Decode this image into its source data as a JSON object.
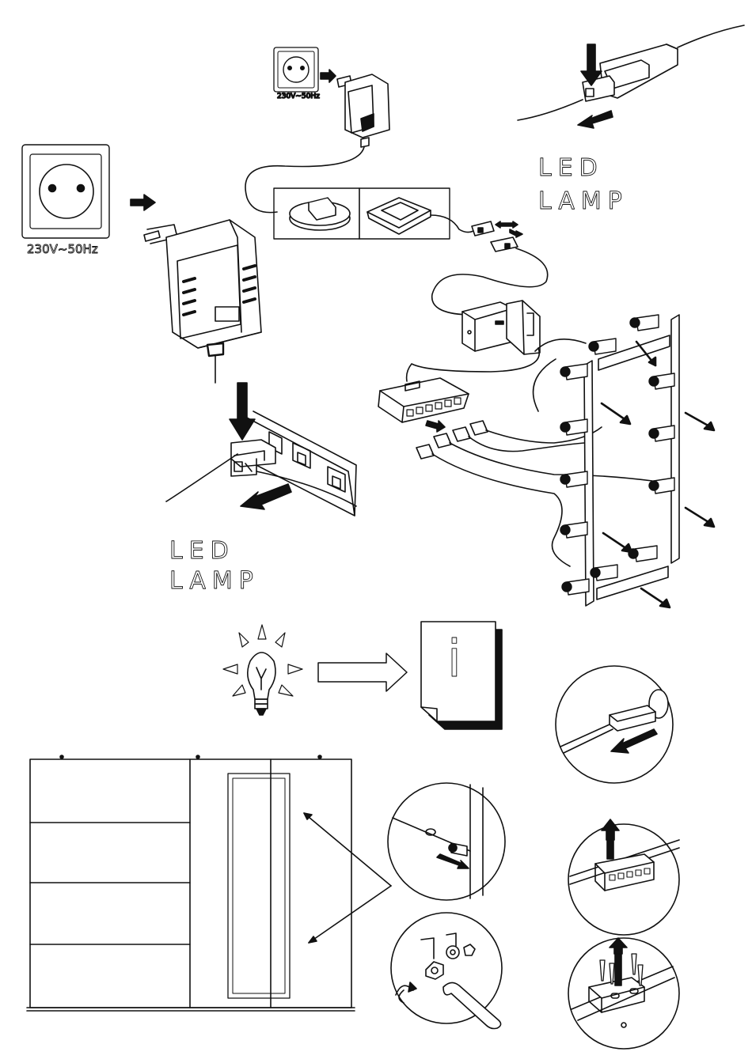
{
  "labels": {
    "voltage_large": "230V~50Hz",
    "voltage_small": "230V~50Hz",
    "led_right_line1": "LED",
    "led_right_line2": "LAMP",
    "led_left_line1": "LED",
    "led_left_line2": "LAMP",
    "info_letter": "i"
  }
}
